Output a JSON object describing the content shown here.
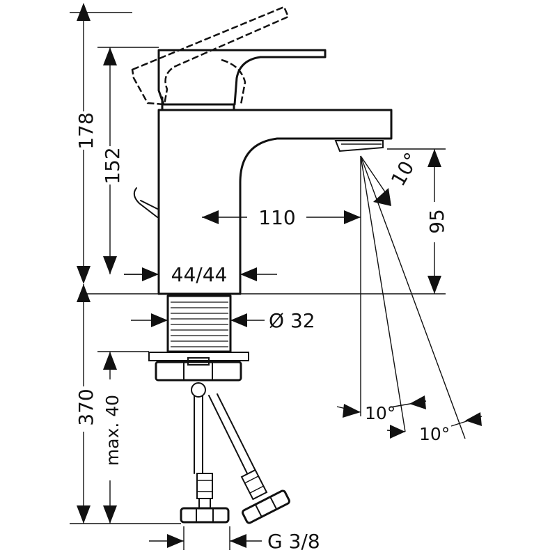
{
  "dimensions": {
    "overall_height": "178",
    "spout_height": "152",
    "spout_reach": "110",
    "outlet_clearance": "95",
    "base_size": "44/44",
    "shank_diameter": "Ø 32",
    "below_deck": "370",
    "max_thickness": "max. 40",
    "connection": "G 3/8",
    "angle_spray": "10°",
    "angle_left": "10°",
    "angle_right": "10°"
  }
}
